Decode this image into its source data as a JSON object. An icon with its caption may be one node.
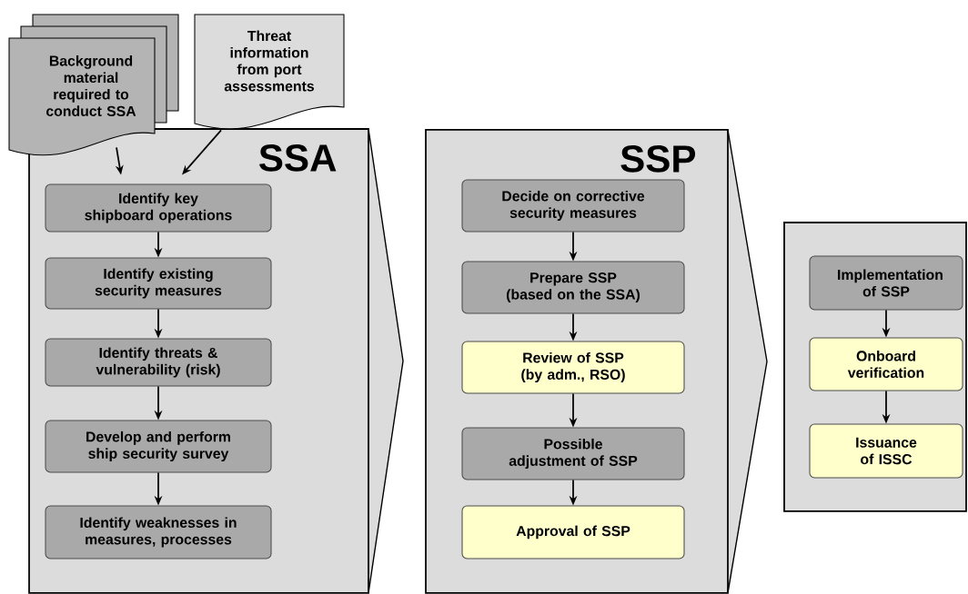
{
  "diagram": {
    "nodes": [
      {
        "text": [
          "Background material required to conduct SSA"
        ]
      },
      {
        "text": [
          "Threat information from port assessments"
        ]
      },
      {
        "text": [
          "SSA"
        ]
      },
      {
        "text": [
          "Identify key shipboard operations"
        ],
        "in": 2
      },
      {
        "text": [
          "Identify existing security measures"
        ],
        "in": 2
      },
      {
        "text": [
          "Identify threats & vulnerability (risk)"
        ],
        "in": 2
      },
      {
        "text": [
          "Develop and perform ship security survey"
        ],
        "in": 2
      },
      {
        "text": [
          "Identify weaknesses in measures, processes"
        ],
        "in": 2
      },
      {
        "text": [
          "SSP"
        ]
      },
      {
        "text": [
          "Decide on corrective security measures"
        ],
        "in": 8
      },
      {
        "text": [
          "Prepare SSP (based on the SSA)"
        ],
        "in": 8
      },
      {
        "text": [
          "Review of SSP (by adm., RSO)"
        ],
        "in": 8
      },
      {
        "text": [
          "Possible adjustment of SSP"
        ],
        "in": 8
      },
      {
        "text": [
          "Approval of SSP"
        ],
        "in": 8
      },
      {
        "text": [],
        "shape": "box"
      },
      {
        "text": [
          "Implementation of SSP"
        ],
        "in": 14
      },
      {
        "text": [
          "Onboard verification"
        ],
        "in": 14
      },
      {
        "text": [
          "Issuance of ISSC"
        ],
        "in": 14
      }
    ],
    "edges": [
      {
        "from": 0,
        "to": 3,
        "arrow": "to"
      },
      {
        "from": 1,
        "to": 3,
        "arrow": "to"
      },
      {
        "from": 3,
        "to": 4,
        "arrow": "to"
      },
      {
        "from": 4,
        "to": 5,
        "arrow": "to"
      },
      {
        "from": 5,
        "to": 6,
        "arrow": "to"
      },
      {
        "from": 6,
        "to": 7,
        "arrow": "to"
      },
      {
        "from": 9,
        "to": 10,
        "arrow": "to"
      },
      {
        "from": 10,
        "to": 11,
        "arrow": "to"
      },
      {
        "from": 11,
        "to": 12,
        "arrow": "to"
      },
      {
        "from": 12,
        "to": 13,
        "arrow": "to"
      },
      {
        "from": 15,
        "to": 16,
        "arrow": "to"
      },
      {
        "from": 16,
        "to": 17,
        "arrow": "to"
      }
    ]
  }
}
